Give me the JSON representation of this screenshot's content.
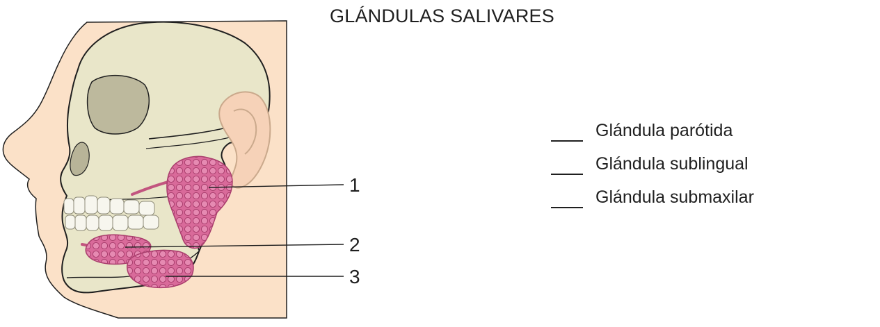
{
  "title": "GLÁNDULAS SALIVARES",
  "callouts": [
    "1",
    "2",
    "3"
  ],
  "legend": {
    "items": [
      {
        "label": "Glándula parótida"
      },
      {
        "label": "Glándula sublingual"
      },
      {
        "label": "Glándula submaxilar"
      }
    ]
  },
  "colors": {
    "skin": "#fbe1c8",
    "skull": "#e9e6c9",
    "gland": "#d96a9a",
    "outline": "#1f1f1f"
  }
}
